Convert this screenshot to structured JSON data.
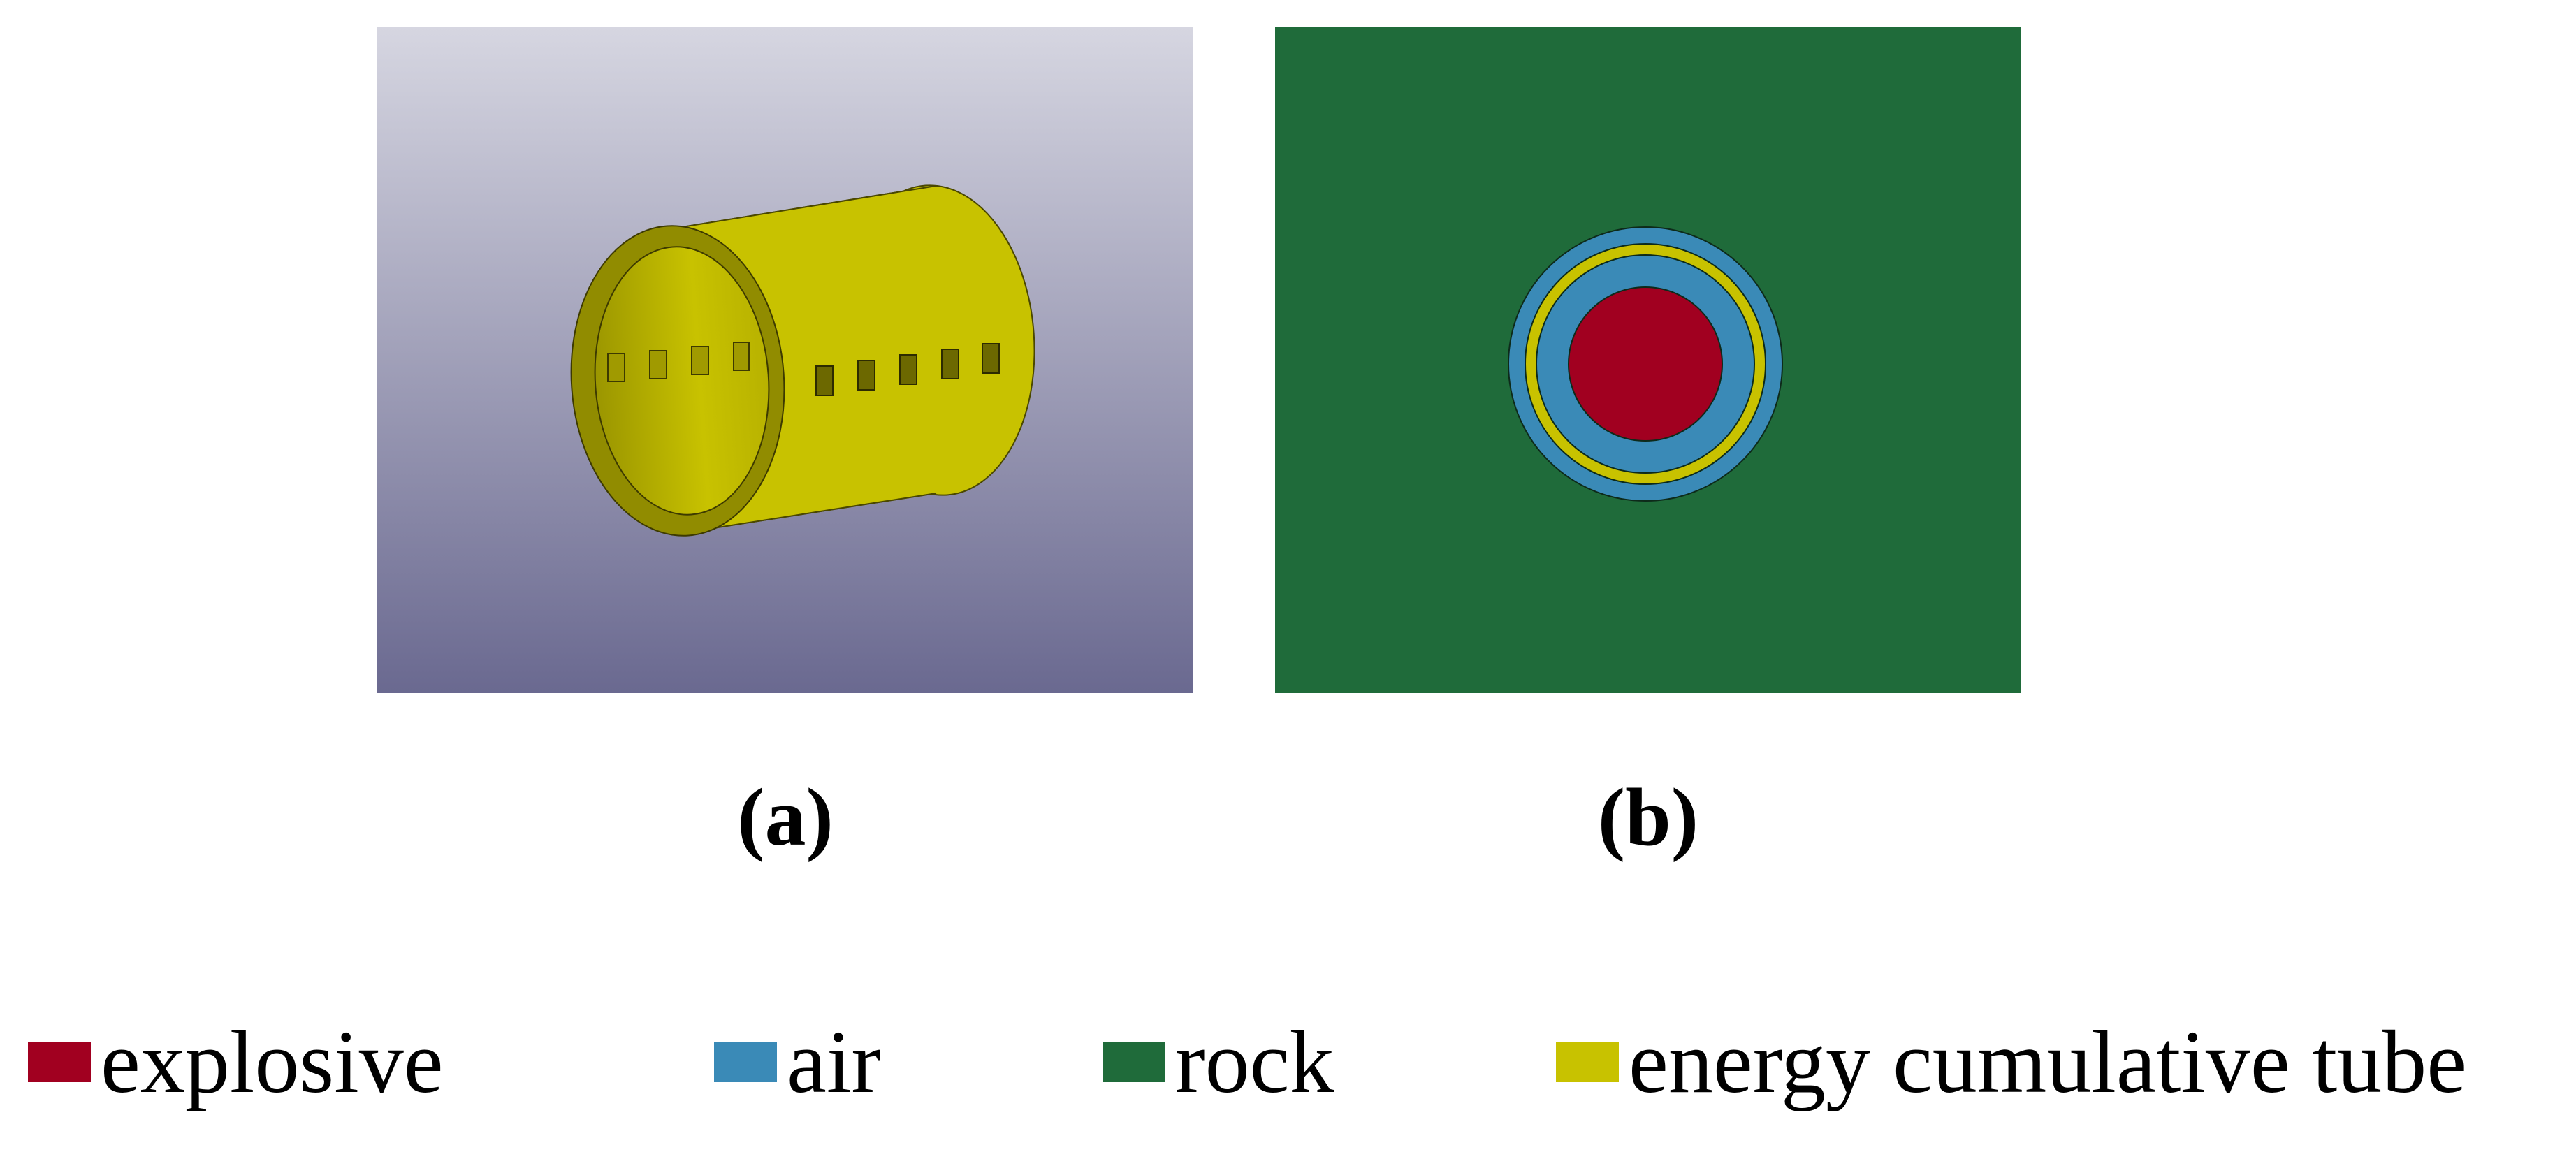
{
  "figure": {
    "panel_a": {
      "caption": "(a)",
      "description_icon": "perforated-cylinder-tube",
      "background_gradient": [
        "#d6d6e1",
        "#6a6990"
      ],
      "tube_color": "#c8c200"
    },
    "panel_b": {
      "caption": "(b)",
      "description_icon": "concentric-circles-cross-section",
      "background_color": "#1f6b3a"
    }
  },
  "legend": {
    "items": [
      {
        "label": "explosive",
        "color": "#a10020"
      },
      {
        "label": "air",
        "color": "#3a8ab7"
      },
      {
        "label": "rock",
        "color": "#1f6b3a"
      },
      {
        "label": "energy cumulative tube",
        "color": "#c8c200"
      }
    ]
  }
}
